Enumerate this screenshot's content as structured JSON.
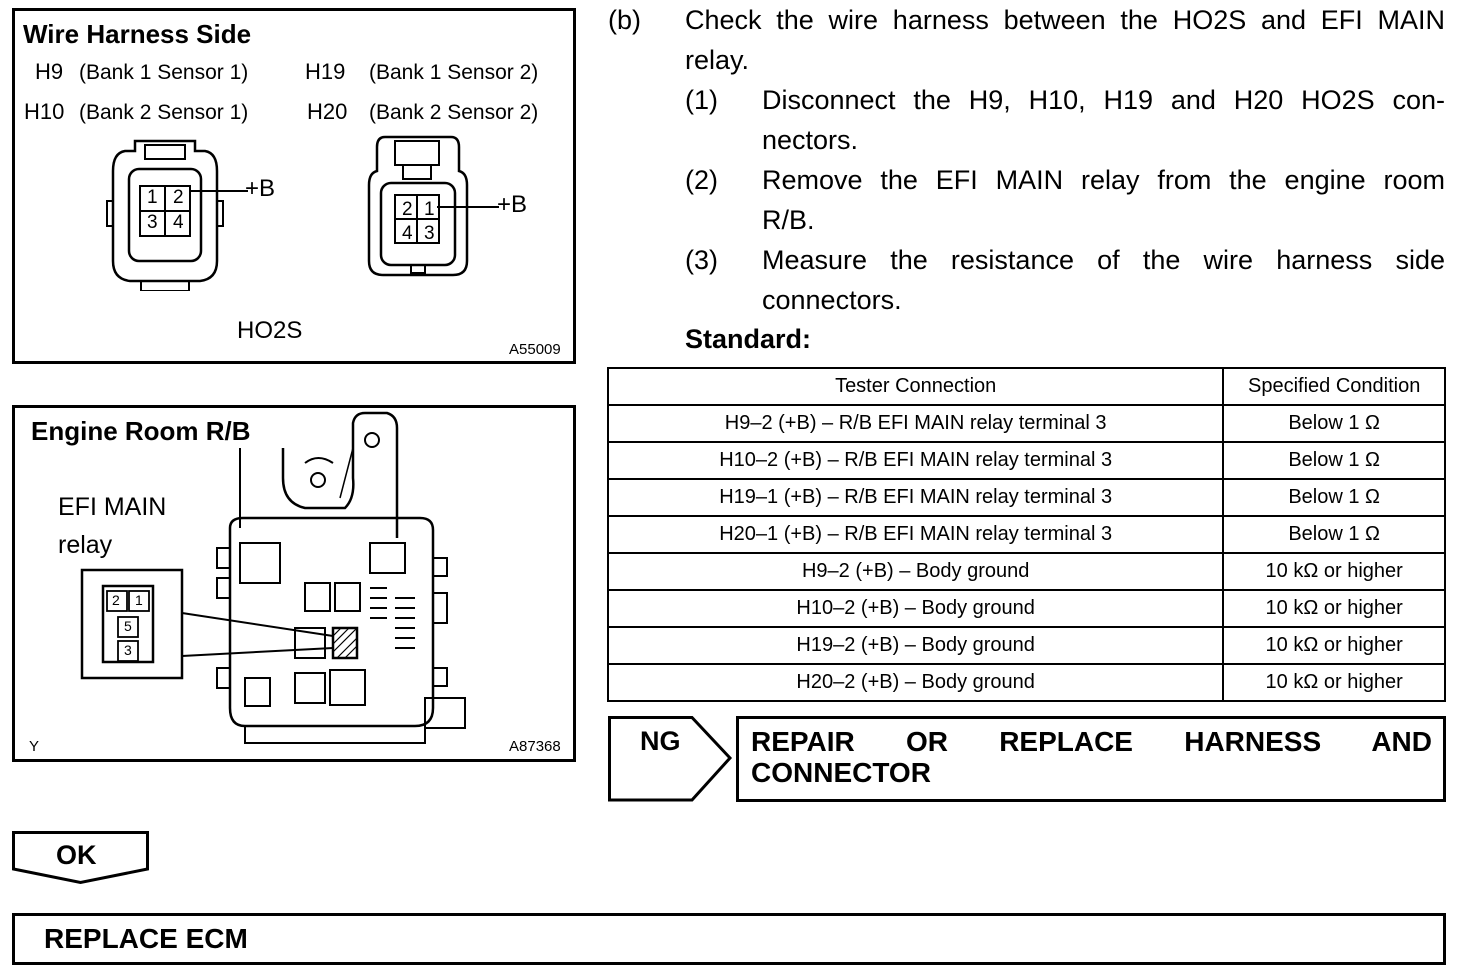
{
  "harness_figure": {
    "title": "Wire Harness Side",
    "rows": [
      {
        "left_code": "H9",
        "left_desc": "(Bank 1 Sensor 1)",
        "right_code": "H19",
        "right_desc": "(Bank 1 Sensor 2)"
      },
      {
        "left_code": "H10",
        "left_desc": "(Bank 2 Sensor 1)",
        "right_code": "H20",
        "right_desc": "(Bank 2 Sensor 2)"
      }
    ],
    "connector_a_pins": [
      "1",
      "2",
      "3",
      "4"
    ],
    "connector_b_pins": [
      "2",
      "1",
      "4",
      "3"
    ],
    "plus_b_label": "+B",
    "component_label": "HO2S",
    "figure_code": "A55009"
  },
  "rb_figure": {
    "title": "Engine Room R/B",
    "relay_label_line1": "EFI MAIN",
    "relay_label_line2": "relay",
    "relay_pins": [
      "2",
      "1",
      "5",
      "3"
    ],
    "corner_mark": "Y",
    "figure_code": "A87368"
  },
  "procedure": {
    "step_label": "(b)",
    "step_line1": "Check the wire harness between the HO2S and EFI MAIN",
    "step_line2": "relay.",
    "substeps": [
      {
        "num": "(1)",
        "line1": "Disconnect the H9, H10, H19 and H20 HO2S con-",
        "line2": "nectors."
      },
      {
        "num": "(2)",
        "line1": "Remove the EFI MAIN relay from the engine room",
        "line2": "R/B."
      },
      {
        "num": "(3)",
        "line1": "Measure the resistance of the wire harness side",
        "line2": "connectors."
      }
    ],
    "standard_label": "Standard:"
  },
  "standard_table": {
    "headers": [
      "Tester Connection",
      "Specified Condition"
    ],
    "rows": [
      [
        "H9–2 (+B) – R/B EFI MAIN relay terminal 3",
        "Below 1 Ω"
      ],
      [
        "H10–2 (+B) – R/B EFI MAIN relay terminal 3",
        "Below 1 Ω"
      ],
      [
        "H19–1 (+B) – R/B EFI MAIN relay terminal 3",
        "Below 1 Ω"
      ],
      [
        "H20–1 (+B) – R/B EFI MAIN relay terminal 3",
        "Below 1 Ω"
      ],
      [
        "H9–2 (+B) – Body ground",
        "10 kΩ or higher"
      ],
      [
        "H10–2 (+B) – Body ground",
        "10 kΩ or higher"
      ],
      [
        "H19–2 (+B) – Body ground",
        "10 kΩ or higher"
      ],
      [
        "H20–2 (+B) – Body ground",
        "10 kΩ or higher"
      ]
    ]
  },
  "ng_branch": {
    "label": "NG",
    "action_line1": "REPAIR OR REPLACE HARNESS AND",
    "action_line2": "CONNECTOR"
  },
  "ok_branch": {
    "label": "OK",
    "action": "REPLACE ECM"
  }
}
